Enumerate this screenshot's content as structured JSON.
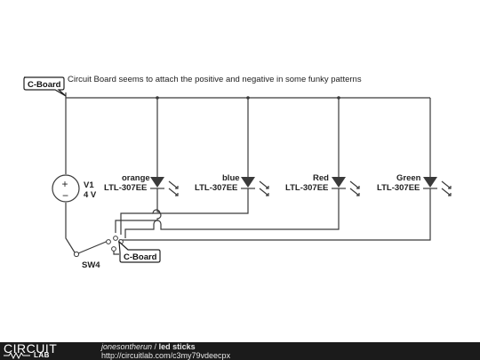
{
  "note": "Circuit Board seems to attach the positive and negative in some funky patterns",
  "flags": {
    "top": "C-Board",
    "bottom": "C-Board"
  },
  "source": {
    "name": "V1",
    "value": "4 V",
    "plus": "+",
    "minus": "−"
  },
  "switch": {
    "name": "SW4"
  },
  "leds": [
    {
      "color": "orange",
      "part": "LTL-307EE"
    },
    {
      "color": "blue",
      "part": "LTL-307EE"
    },
    {
      "color": "Red",
      "part": "LTL-307EE"
    },
    {
      "color": "Green",
      "part": "LTL-307EE"
    }
  ],
  "footer": {
    "logo_top": "CIRCUIT",
    "logo_bottom": "LAB",
    "user": "jonesontherun",
    "separator": " / ",
    "title": "led sticks",
    "url": "http://circuitlab.com/c3my79vdeecpx"
  },
  "colors": {
    "wire": "#3a3a3a",
    "footer_bg": "#1b1b1b"
  }
}
